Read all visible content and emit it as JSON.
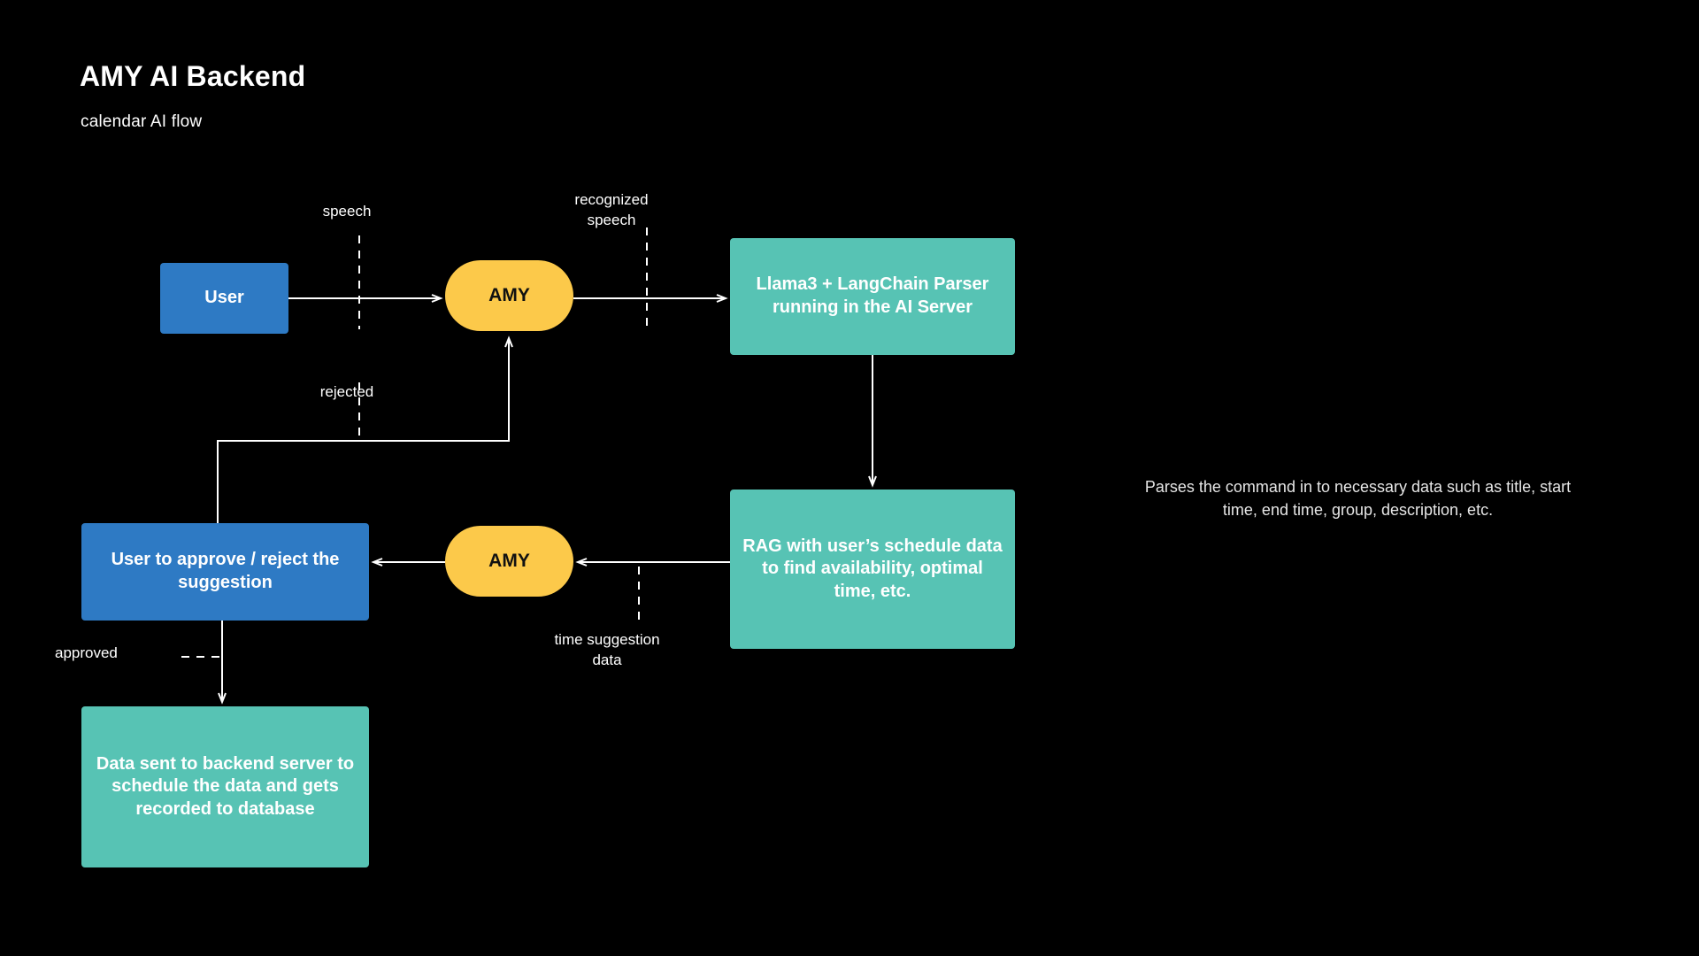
{
  "header": {
    "title": "AMY AI Backend",
    "subtitle": "calendar AI flow"
  },
  "colors": {
    "background": "#000000",
    "blue_node": "#2E7AC4",
    "teal_node": "#57C3B4",
    "yellow_node": "#FCC94A",
    "edge": "#ffffff",
    "text_light": "#ffffff",
    "annotation_text": "#e6e6e6"
  },
  "nodes": {
    "user": {
      "label": "User",
      "shape": "rounded-rect",
      "color": "#2E7AC4"
    },
    "amy_top": {
      "label": "AMY",
      "shape": "pill",
      "color": "#FCC94A"
    },
    "llama_parser": {
      "label": "Llama3 + LangChain Parser running in the AI Server",
      "shape": "rect",
      "color": "#57C3B4"
    },
    "rag": {
      "label": "RAG with user’s schedule data to find availability, optimal time, etc.",
      "shape": "rect",
      "color": "#57C3B4"
    },
    "amy_bottom": {
      "label": "AMY",
      "shape": "pill",
      "color": "#FCC94A"
    },
    "approve_reject": {
      "label": "User to approve / reject the suggestion",
      "shape": "rounded-rect",
      "color": "#2E7AC4"
    },
    "backend": {
      "label": "Data sent to backend server to schedule the data and gets recorded to database",
      "shape": "rect",
      "color": "#57C3B4"
    }
  },
  "edge_labels": {
    "speech": "speech",
    "recognized_speech": "recognized\nspeech",
    "rejected": "rejected",
    "approved": "approved",
    "time_suggestion_data": "time suggestion\ndata"
  },
  "annotations": {
    "parser_note": "Parses the command in to necessary data such as title, start time, end time, group, description, etc."
  },
  "edges": [
    {
      "from": "user",
      "to": "amy_top",
      "label": "speech",
      "direction": "right"
    },
    {
      "from": "amy_top",
      "to": "llama_parser",
      "label": "recognized speech",
      "direction": "right"
    },
    {
      "from": "llama_parser",
      "to": "rag",
      "label": "",
      "direction": "down"
    },
    {
      "from": "rag",
      "to": "amy_bottom",
      "label": "time suggestion data",
      "direction": "left"
    },
    {
      "from": "amy_bottom",
      "to": "approve_reject",
      "label": "",
      "direction": "left"
    },
    {
      "from": "approve_reject",
      "to": "amy_top",
      "label": "rejected",
      "direction": "up-loop"
    },
    {
      "from": "approve_reject",
      "to": "backend",
      "label": "approved",
      "direction": "down"
    }
  ]
}
